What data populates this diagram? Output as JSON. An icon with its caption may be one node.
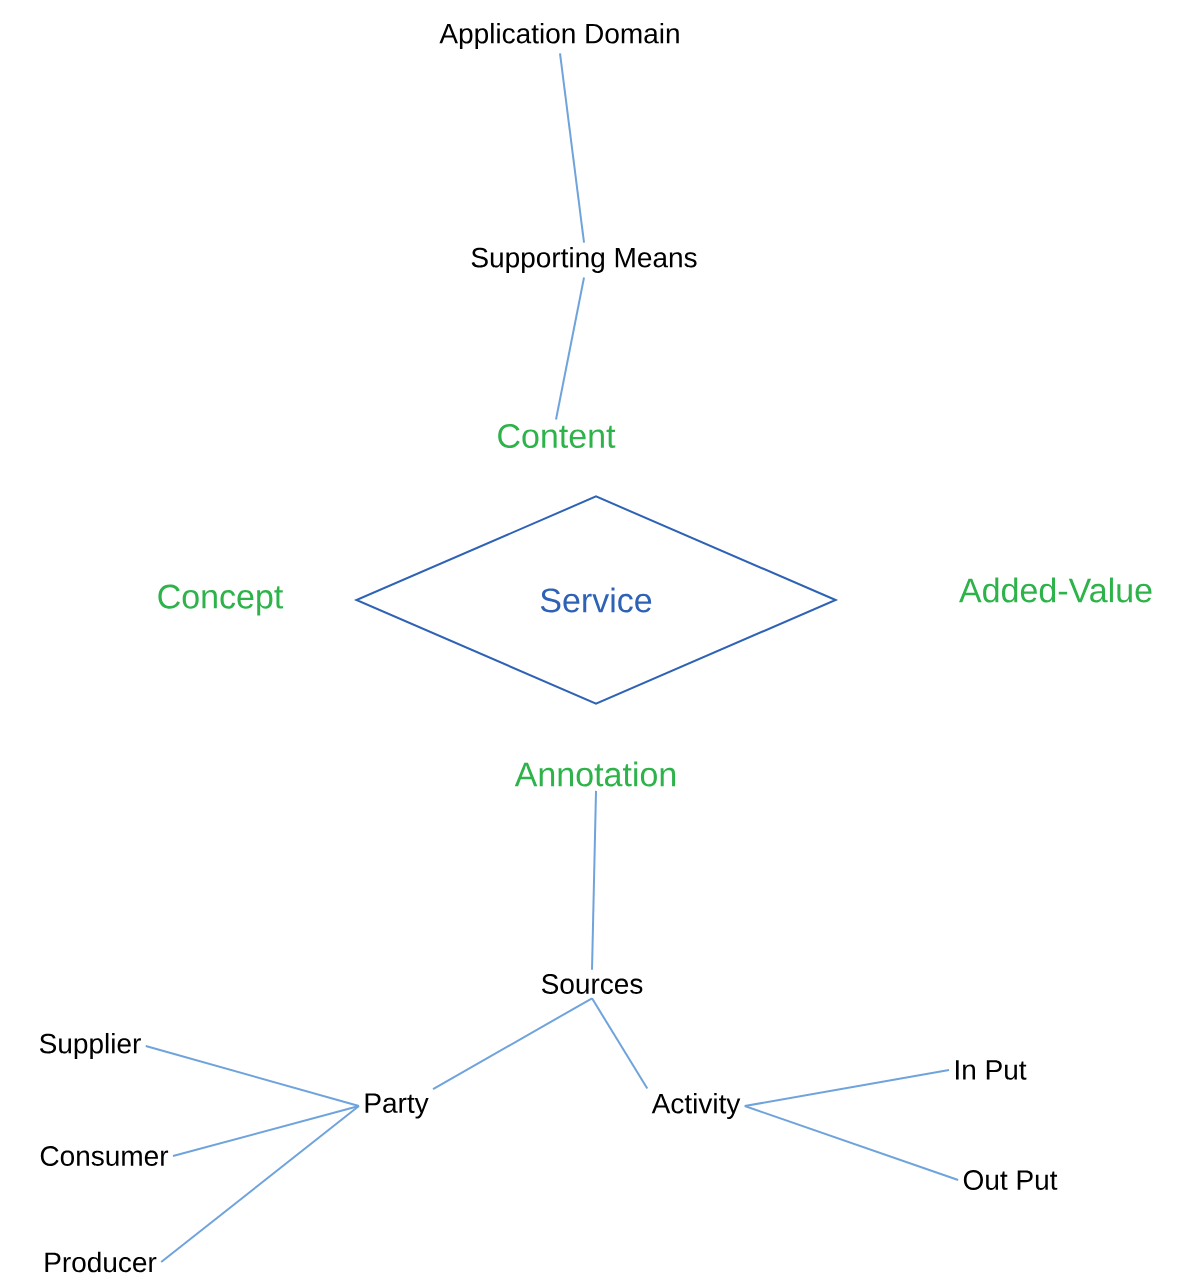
{
  "diagram": {
    "nodes": [
      {
        "text": [
          "Application Domain"
        ]
      },
      {
        "text": [
          "Supporting Means"
        ]
      },
      {
        "text": [
          "Content"
        ]
      },
      {
        "text": [
          "Concept"
        ]
      },
      {
        "text": [
          "Service"
        ]
      },
      {
        "text": [
          "Added-Value"
        ]
      },
      {
        "text": [
          "Annotation"
        ]
      },
      {
        "text": [
          "Sources"
        ]
      },
      {
        "text": [
          "Supplier"
        ]
      },
      {
        "text": [
          "Consumer"
        ]
      },
      {
        "text": [
          "Producer"
        ]
      },
      {
        "text": [
          "Party"
        ]
      },
      {
        "text": [
          "Activity"
        ]
      },
      {
        "text": [
          "In Put"
        ]
      },
      {
        "text": [
          "Out Put"
        ]
      }
    ],
    "edges": [
      {
        "from": 0,
        "to": 1,
        "arrow": "none"
      },
      {
        "from": 1,
        "to": 2,
        "arrow": "none"
      },
      {
        "from": 6,
        "to": 7,
        "arrow": "none"
      },
      {
        "from": 7,
        "to": 11,
        "arrow": "none"
      },
      {
        "from": 7,
        "to": 12,
        "arrow": "none"
      },
      {
        "from": 8,
        "to": 11,
        "arrow": "none"
      },
      {
        "from": 9,
        "to": 11,
        "arrow": "none"
      },
      {
        "from": 10,
        "to": 11,
        "arrow": "none"
      },
      {
        "from": 12,
        "to": 13,
        "arrow": "none"
      },
      {
        "from": 12,
        "to": 14,
        "arrow": "none"
      }
    ]
  }
}
